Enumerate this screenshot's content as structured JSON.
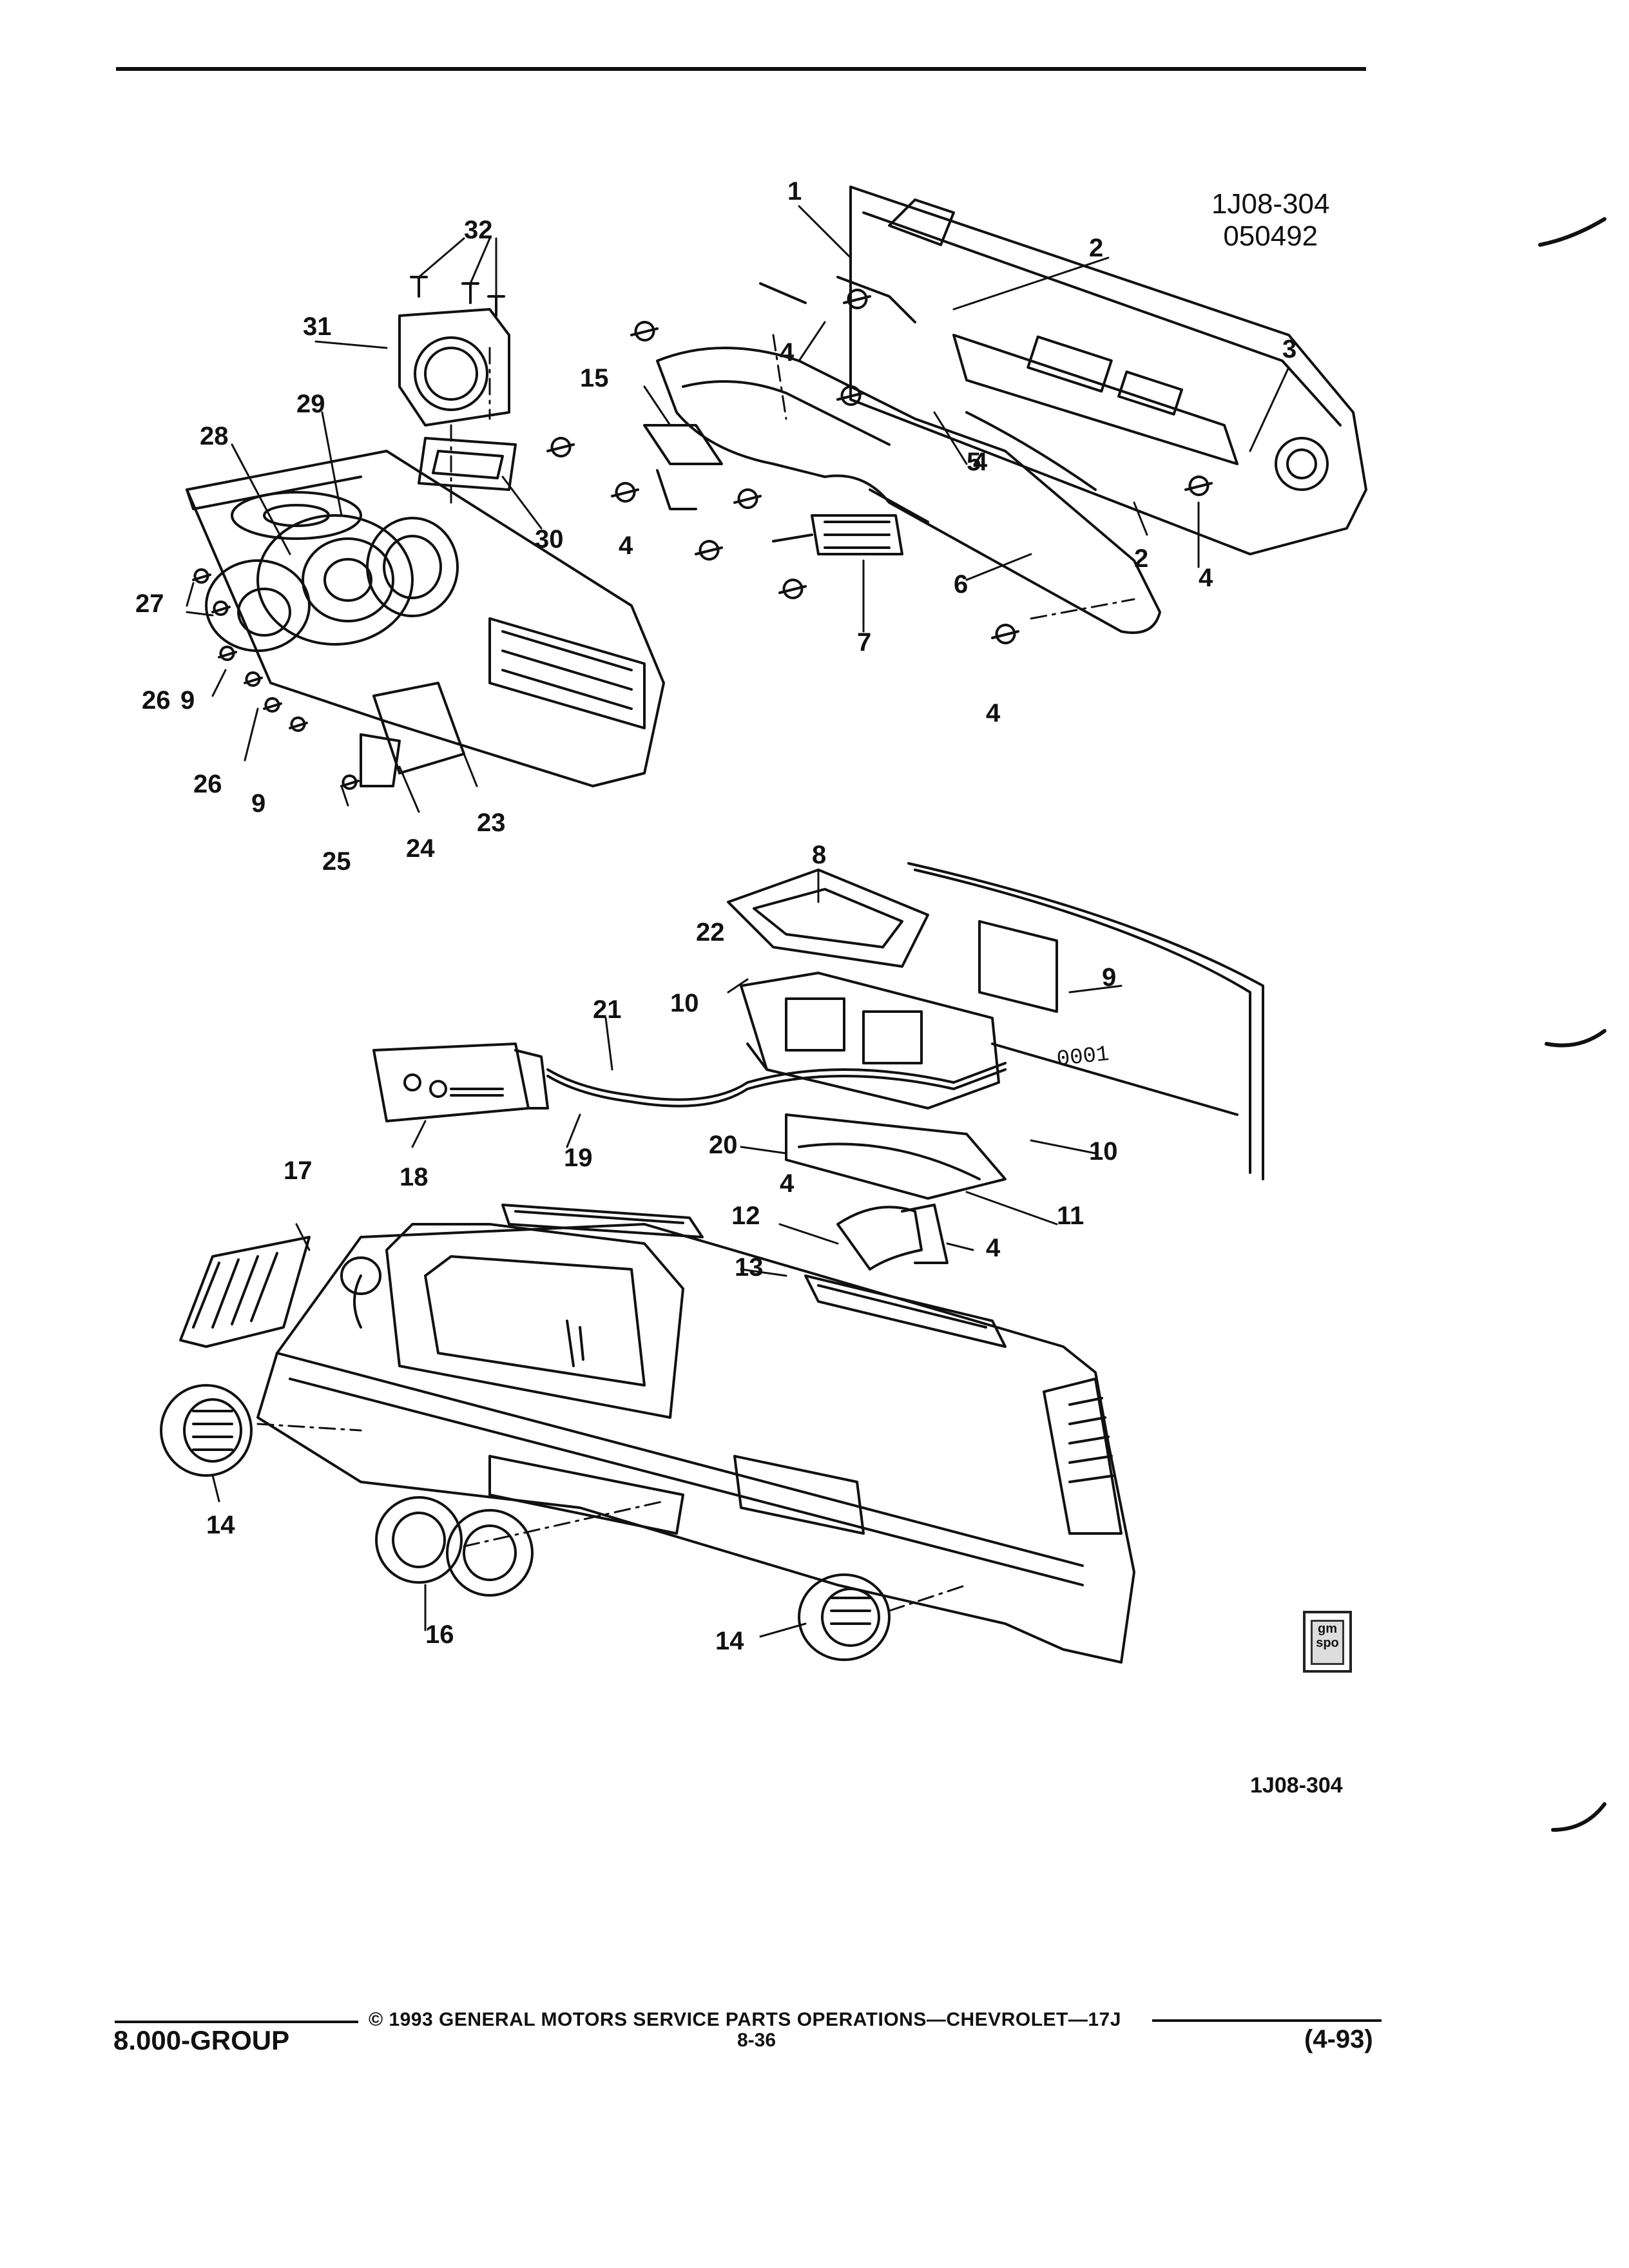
{
  "figure": {
    "id_top": "1J08-304",
    "date_code": "050492",
    "id_bottom": "1J08-304",
    "callouts": [
      "1",
      "2",
      "3",
      "4",
      "5",
      "6",
      "7",
      "8",
      "9",
      "10",
      "11",
      "12",
      "13",
      "14",
      "15",
      "16",
      "17",
      "18",
      "19",
      "20",
      "21",
      "22",
      "23",
      "24",
      "25",
      "26",
      "27",
      "28",
      "29",
      "30",
      "31",
      "32"
    ],
    "part_stamp": "0001"
  },
  "footer": {
    "copyright": "© 1993 GENERAL MOTORS SERVICE PARTS OPERATIONS—CHEVROLET—17J",
    "page_number": "8-36",
    "group": "8.000-GROUP",
    "revision": "(4-93)"
  },
  "logo": {
    "line1": "gm",
    "line2": "spo"
  }
}
